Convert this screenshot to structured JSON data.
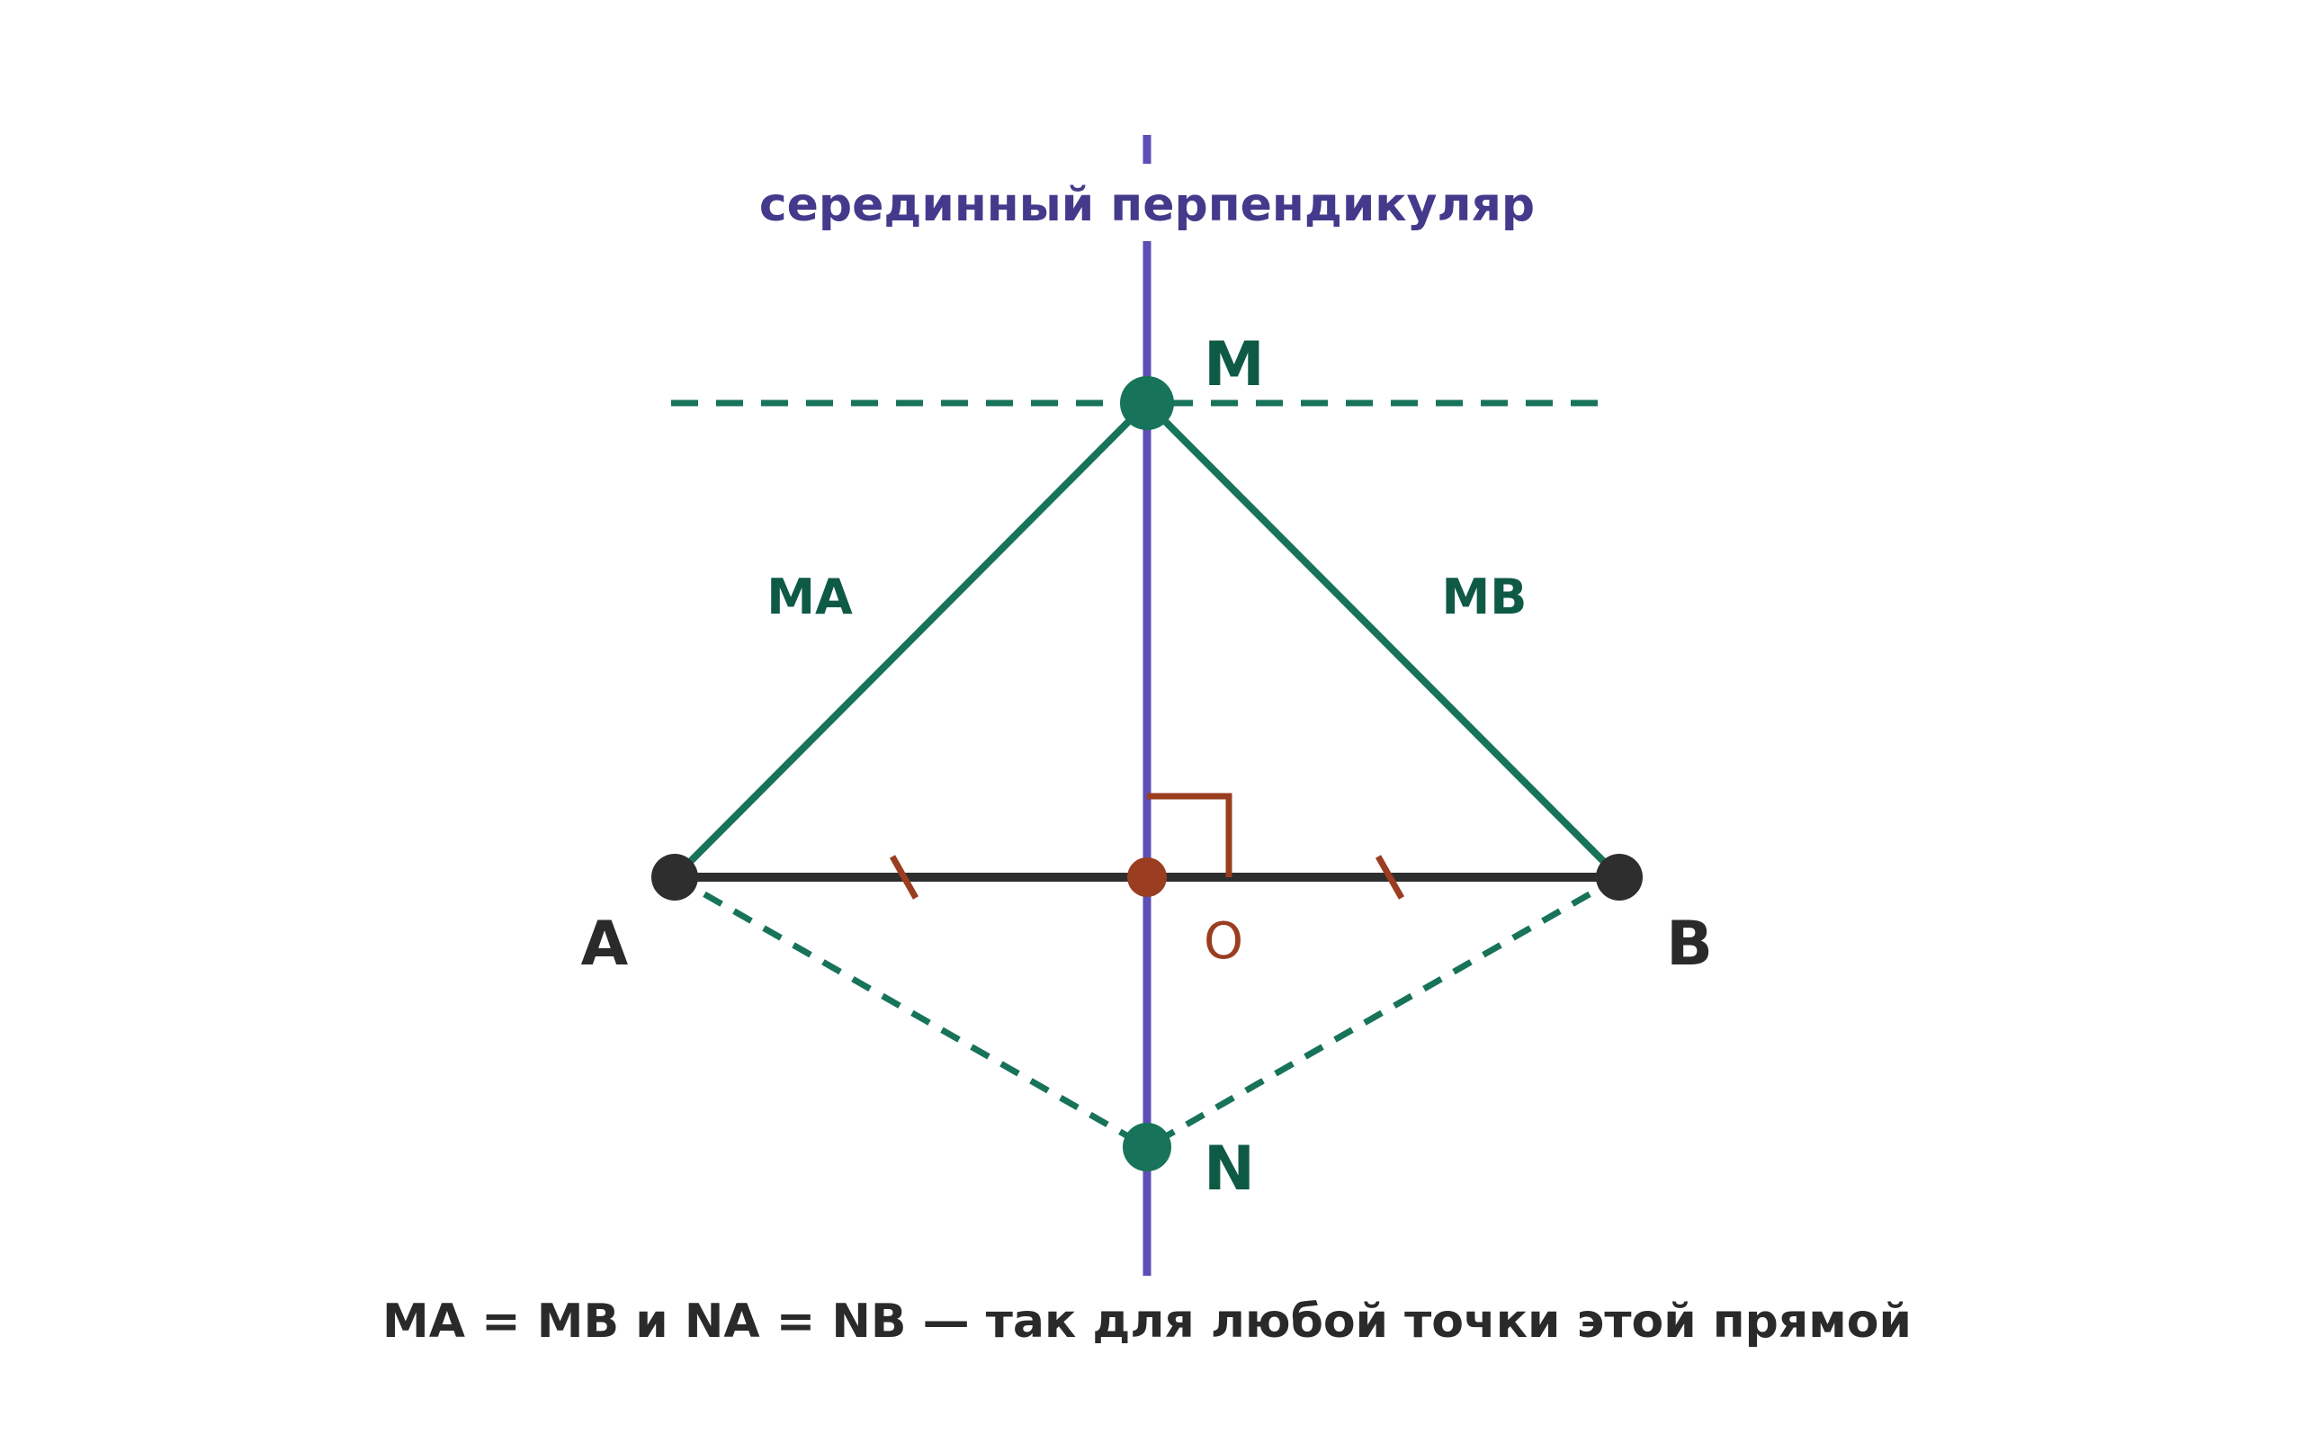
{
  "labels": {
    "bisector": "серединный перпендикуляр",
    "point_m": "M",
    "point_n": "N",
    "point_a": "A",
    "point_b": "B",
    "point_o": "O",
    "segment_ma": "MA",
    "segment_mb": "MB",
    "caption": "MA = MB и NA = NB — так для любой точки этой прямой"
  },
  "colors": {
    "bisector": "#5b4fb6",
    "green": "#177359",
    "segment": "#2e2e2e",
    "midpoint": "#9a3d20",
    "label_green": "#0f5a45",
    "label_bisector": "#433a8c"
  }
}
